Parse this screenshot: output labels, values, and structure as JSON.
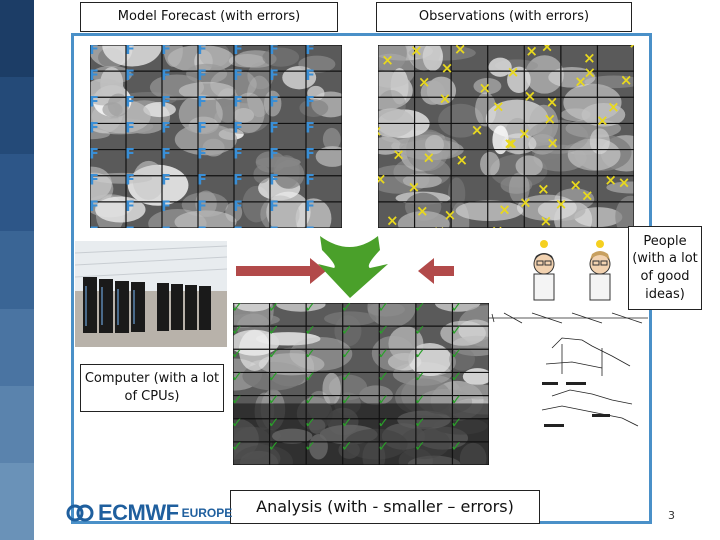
{
  "labels": {
    "model_forecast": "Model Forecast  (with errors)",
    "observations": "Observations (with errors)",
    "people": "People\n(with a lot\nof good\nideas)",
    "computer": "Computer (with a lot\nof CPUs)",
    "analysis": "Analysis (with - smaller – errors)"
  },
  "logo": {
    "name": "ECMWF",
    "suffix": "EUROPE"
  },
  "page_number": "3",
  "markers": {
    "forecast": "F",
    "observation": "×",
    "analysis": "✓"
  },
  "colors": {
    "forecast_marker": "#3a8fd6",
    "observation_marker": "#e8d81e",
    "analysis_marker": "#2aa02a",
    "arrow_red": "#b24a4a",
    "arrow_green": "#4aa02a",
    "frame": "#4a90c8",
    "sidebar": [
      "#1c3d66",
      "#244a78",
      "#2d5688",
      "#3a6595",
      "#4a74a2",
      "#5a83ad",
      "#6a92b8"
    ]
  },
  "icons": [
    "computer-room-photo",
    "scientist-icon",
    "equation-sketch",
    "ecmwf-logo-icon"
  ]
}
